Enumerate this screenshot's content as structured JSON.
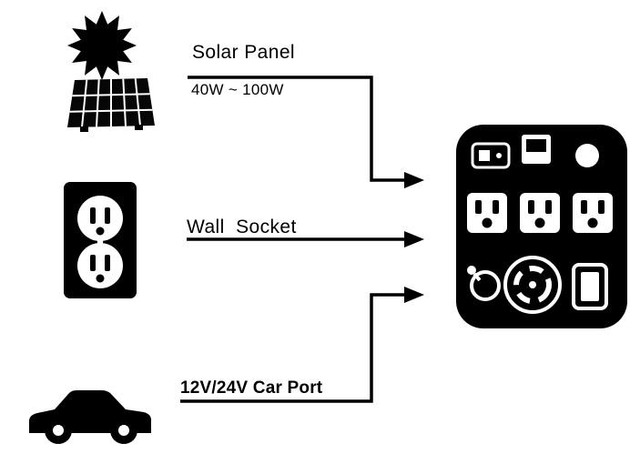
{
  "labels": {
    "solar_title": "Solar Panel",
    "solar_wattage": "40W ~ 100W",
    "wall_title": "Wall  Socket",
    "car_title": "12V/24V Car Port"
  },
  "connections": [
    {
      "from": "solar-panel",
      "to": "power-station"
    },
    {
      "from": "wall-socket",
      "to": "power-station"
    },
    {
      "from": "car-port",
      "to": "power-station"
    }
  ],
  "colors": {
    "ink": "#000000",
    "background": "#ffffff"
  }
}
